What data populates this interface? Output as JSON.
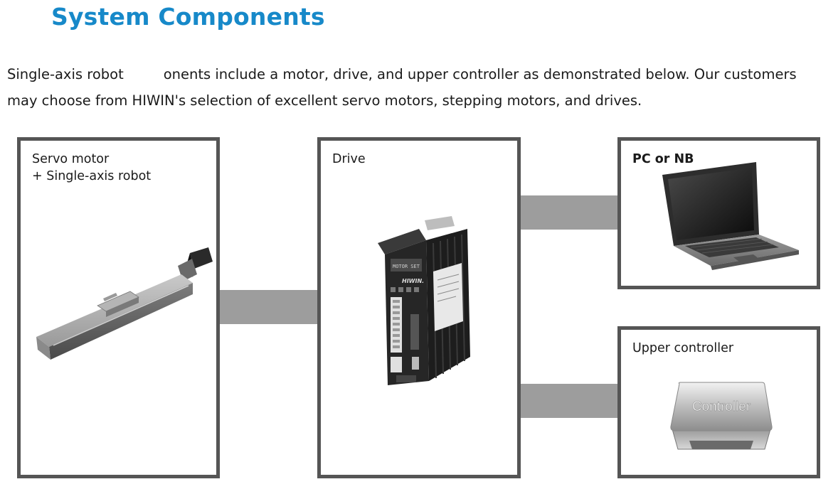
{
  "page": {
    "title": "System Components",
    "intro_part1": "Single-axis robot",
    "intro_part2": "onents include a motor, drive, and upper controller as demonstrated below. Our customers",
    "intro_line2": "may choose from HIWIN's selection of excellent servo motors, stepping motors, and drives."
  },
  "diagram": {
    "robot_box": {
      "label_line1": "Servo motor",
      "label_line2": "+ Single-axis robot"
    },
    "drive_box": {
      "label": "Drive",
      "device_brand": "HIWIN.",
      "device_display": "MOTOR SET"
    },
    "pc_box": {
      "label": "PC or NB"
    },
    "controller_box": {
      "label": "Upper controller",
      "device_text": "Controller"
    }
  },
  "colors": {
    "title": "#1789c9",
    "box_border": "#555555",
    "connector": "#9d9d9d"
  },
  "icons": [
    "linear-actuator-image",
    "servo-drive-image",
    "laptop-image",
    "controller-image"
  ]
}
